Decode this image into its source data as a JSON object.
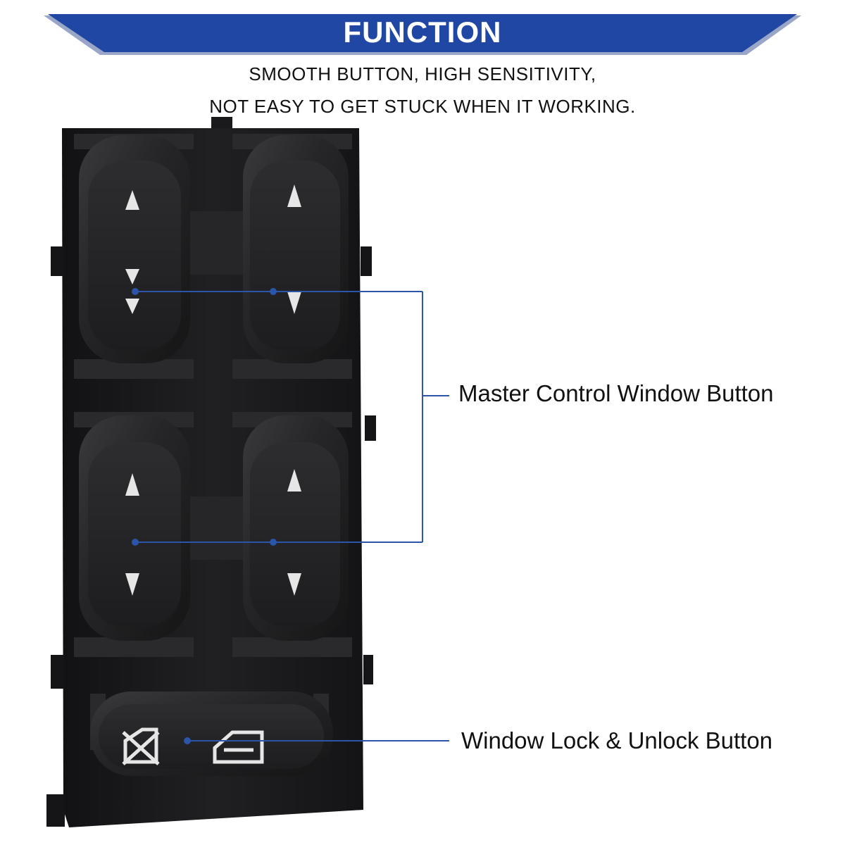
{
  "banner": {
    "title": "FUNCTION",
    "color": "#1f47a3",
    "shadow_color": "#9aa6c8"
  },
  "description": {
    "line1": "SMOOTH BUTTON, HIGH SENSITIVITY,",
    "line2": "NOT EASY TO GET STUCK WHEN IT WORKING."
  },
  "callouts": {
    "master_label": "Master Control Window Button",
    "lock_label": "Window Lock & Unlock Button",
    "line_color": "#2b55a8"
  },
  "product": {
    "body_color": "#1c1c1e",
    "button_color": "#222224",
    "arrow_color": "#e6e6e6"
  }
}
